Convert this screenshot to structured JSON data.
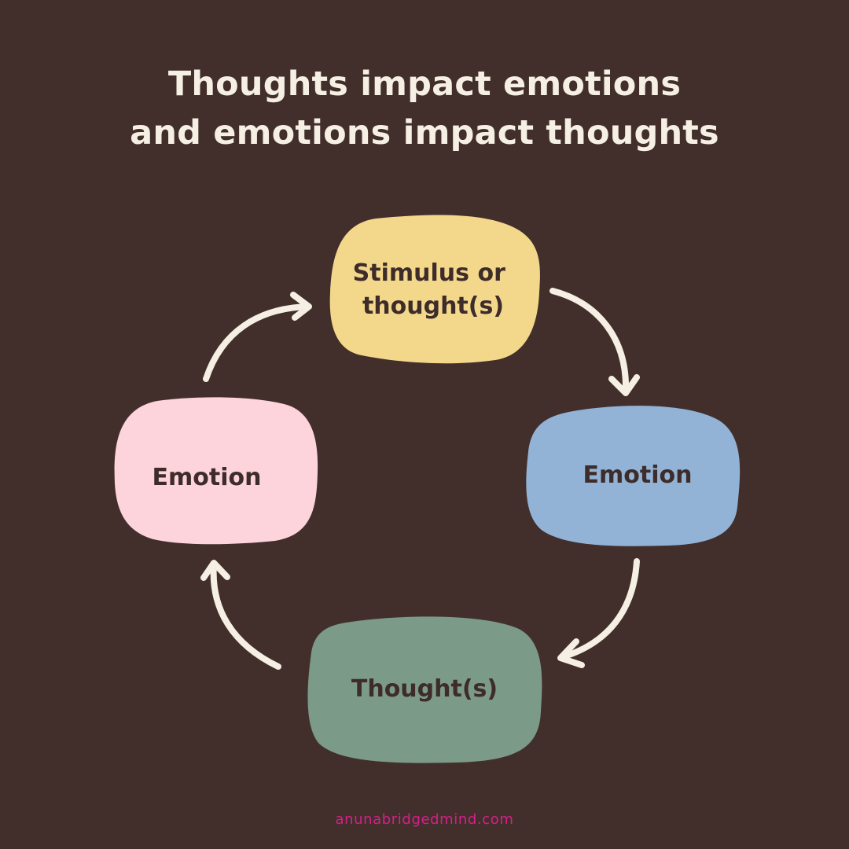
{
  "title": {
    "line1": "Thoughts impact emotions",
    "line2": "and emotions impact thoughts"
  },
  "nodes": {
    "top": {
      "line1": "Stimulus or",
      "line2": "thought(s)",
      "color": "#f3d88c"
    },
    "right": {
      "label": "Emotion",
      "color": "#92b3d6"
    },
    "bottom": {
      "label": "Thought(s)",
      "color": "#7c9a88"
    },
    "left": {
      "label": "Emotion",
      "color": "#fdd4dc"
    }
  },
  "colors": {
    "background": "#422f2b",
    "title_text": "#f6efe4",
    "arrow": "#f6efe4",
    "node_text": "#3d2c29",
    "footer_text": "#d4208a"
  },
  "footer": "anunabridgedmind.com"
}
